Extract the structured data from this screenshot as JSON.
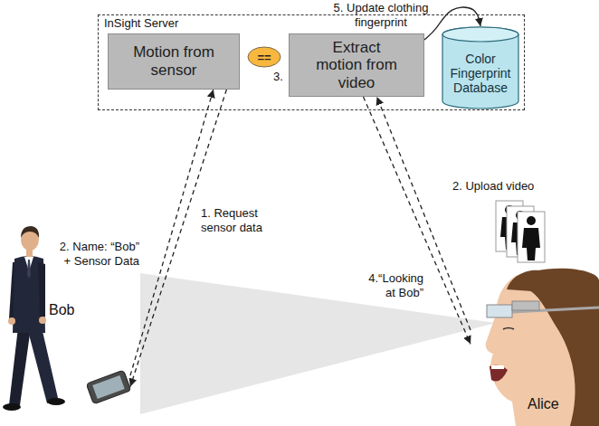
{
  "diagram": {
    "nodes": [
      {
        "text": [
          "InSight Server"
        ]
      },
      {
        "text": [
          "Motion from sensor"
        ],
        "in": 0
      },
      {
        "text": [
          "=="
        ],
        "in": 0
      },
      {
        "text": [
          "Extract motion from video"
        ],
        "in": 0
      },
      {
        "text": [
          "Color Fingerprint Database"
        ],
        "in": 0
      },
      {
        "text": [
          "Bob"
        ]
      },
      {
        "text": [
          "Alice"
        ]
      }
    ],
    "edges": [
      {
        "from": 3,
        "to": 4,
        "arrow": "to",
        "label": "5. Update clothing fingerprint"
      },
      {
        "from": 1,
        "to": 5,
        "arrow": "to",
        "label": "1. Request sensor data"
      },
      {
        "from": 5,
        "to": 1,
        "arrow": "to",
        "label": "2. Name: “Bob” + Sensor Data"
      },
      {
        "from": 6,
        "to": 3,
        "arrow": "to",
        "label": "2. Upload video"
      },
      {
        "from": 3,
        "to": 6,
        "arrow": "to",
        "label": "4.“Looking at Bob”"
      }
    ],
    "labels": [
      "3."
    ]
  }
}
